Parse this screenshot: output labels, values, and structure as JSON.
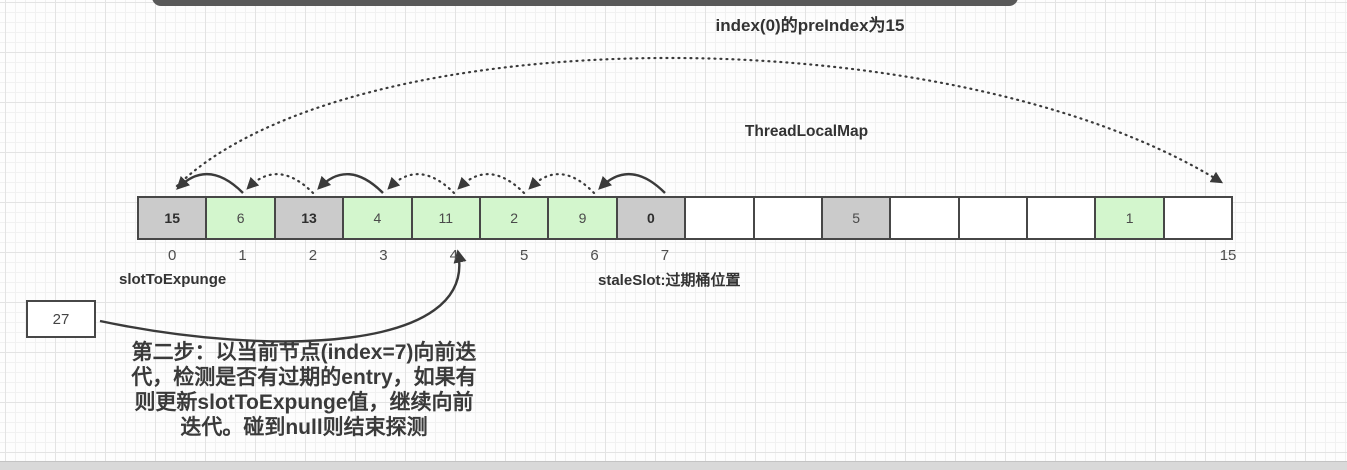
{
  "header": {
    "title": "index(0)的preIndex为15"
  },
  "map_label": "ThreadLocalMap",
  "array": {
    "cells": [
      {
        "value": "15",
        "fill": "gray-bold"
      },
      {
        "value": "6",
        "fill": "green"
      },
      {
        "value": "13",
        "fill": "gray-bold"
      },
      {
        "value": "4",
        "fill": "green"
      },
      {
        "value": "11",
        "fill": "green"
      },
      {
        "value": "2",
        "fill": "green"
      },
      {
        "value": "9",
        "fill": "green"
      },
      {
        "value": "0",
        "fill": "gray-bold"
      },
      {
        "value": "",
        "fill": "white"
      },
      {
        "value": "",
        "fill": "white"
      },
      {
        "value": "5",
        "fill": "gray"
      },
      {
        "value": "",
        "fill": "white"
      },
      {
        "value": "",
        "fill": "white"
      },
      {
        "value": "",
        "fill": "white"
      },
      {
        "value": "1",
        "fill": "green"
      },
      {
        "value": "",
        "fill": "white"
      }
    ],
    "index_labels": [
      "0",
      "1",
      "2",
      "3",
      "4",
      "5",
      "6",
      "7",
      "",
      "",
      "",
      "",
      "",
      "",
      "",
      "15"
    ]
  },
  "annotations": {
    "slot_to_expunge": "slotToExpunge",
    "stale_slot": "staleSlot:过期桶位置",
    "box_value": "27",
    "step_lines": [
      "第二步：以当前节点(index=7)向前迭",
      "代，检测是否有过期的entry，如果有",
      "则更新slotToExpunge值，继续向前",
      "迭代。碰到null则结束探测"
    ]
  },
  "icons": {
    "arrow_head": "filled-triangle-arrowhead"
  },
  "colors": {
    "cell-expired": "#cbcbcb",
    "cell-valid": "#d3f6cd",
    "cell-empty": "#ffffff",
    "line": "#474747",
    "bar": "#595959"
  }
}
